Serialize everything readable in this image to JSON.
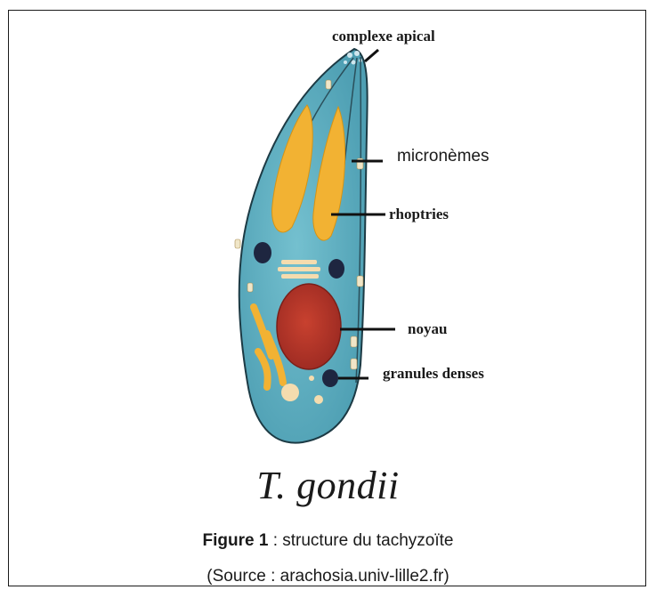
{
  "labels": {
    "apical_complex": "complexe apical",
    "micronemes": "micronèmes",
    "rhoptries": "rhoptries",
    "nucleus": "noyau",
    "dense_granules": "granules denses"
  },
  "species": "T. gondii",
  "caption": {
    "prefix": "Figure 1",
    "text": " : structure du tachyzoïte"
  },
  "source": "(Source : arachosia.univ-lille2.fr)",
  "colors": {
    "cell_body": "#5fb0c2",
    "cell_outline": "#1c3a44",
    "organelle_yellow": "#f2b233",
    "nucleus": "#b5352a",
    "granule": "#1e2640",
    "inclusion": "#f5dcae"
  }
}
